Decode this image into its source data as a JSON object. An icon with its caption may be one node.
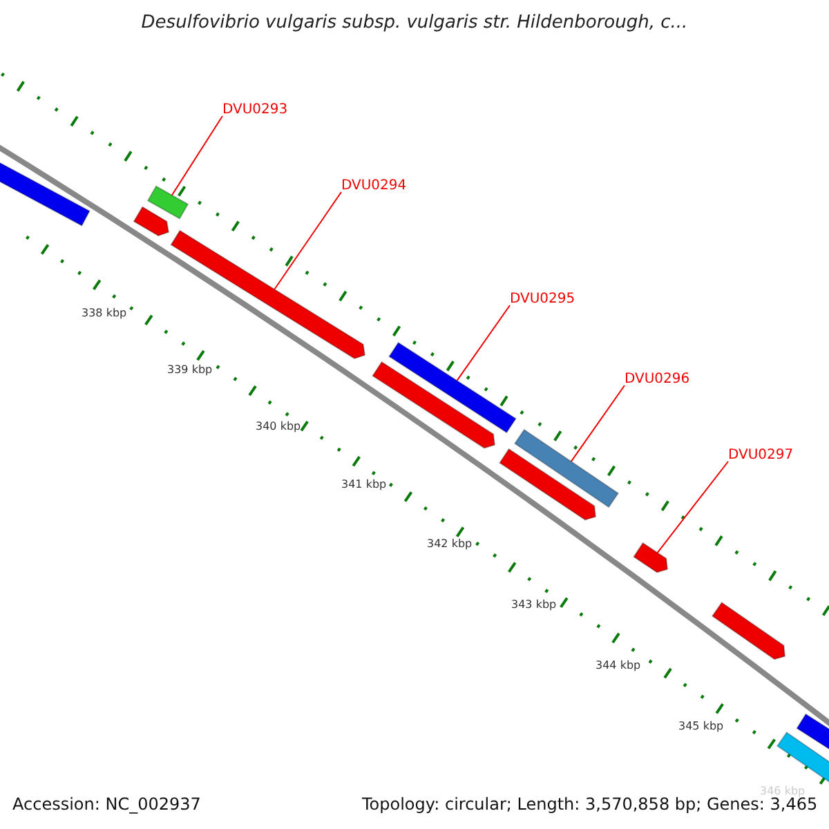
{
  "diagram": {
    "title": "Desulfovibrio vulgaris subsp. vulgaris str. Hildenborough, c...",
    "nodes": [
      {
        "text": [
          "DVU0293"
        ]
      },
      {
        "text": [
          "DVU0294"
        ]
      },
      {
        "text": [
          "DVU0295"
        ]
      },
      {
        "text": [
          "DVU0296"
        ]
      },
      {
        "text": [
          "DVU0297"
        ]
      },
      {
        "text": [],
        "shape": "bar"
      },
      {
        "text": [],
        "shape": "bar"
      },
      {
        "text": [],
        "shape": "bar"
      },
      {
        "text": [],
        "shape": "bar"
      },
      {
        "text": [],
        "shape": "bar"
      },
      {
        "text": [],
        "shape": "bar"
      },
      {
        "text": [],
        "shape": "bar"
      },
      {
        "text": [],
        "shape": "bar"
      },
      {
        "text": [],
        "shape": "bar"
      },
      {
        "text": [],
        "shape": "bar"
      },
      {
        "text": [],
        "shape": "bar"
      },
      {
        "text": [],
        "shape": "bar"
      }
    ],
    "edges": [
      {
        "from": 0,
        "to": 6,
        "arrow": "none"
      },
      {
        "from": 1,
        "to": 8,
        "arrow": "none"
      },
      {
        "from": 2,
        "to": 10,
        "arrow": "none"
      },
      {
        "from": 3,
        "to": 12,
        "arrow": "none"
      },
      {
        "from": 4,
        "to": 13,
        "arrow": "none"
      }
    ],
    "labels": [
      "338 kbp",
      "339 kbp",
      "340 kbp",
      "341 kbp",
      "342 kbp",
      "343 kbp",
      "344 kbp",
      "345 kbp",
      "346 kbp",
      "Accession: NC_002937",
      "Topology: circular; Length: 3,570,858 bp; Genes: 3,465"
    ]
  }
}
